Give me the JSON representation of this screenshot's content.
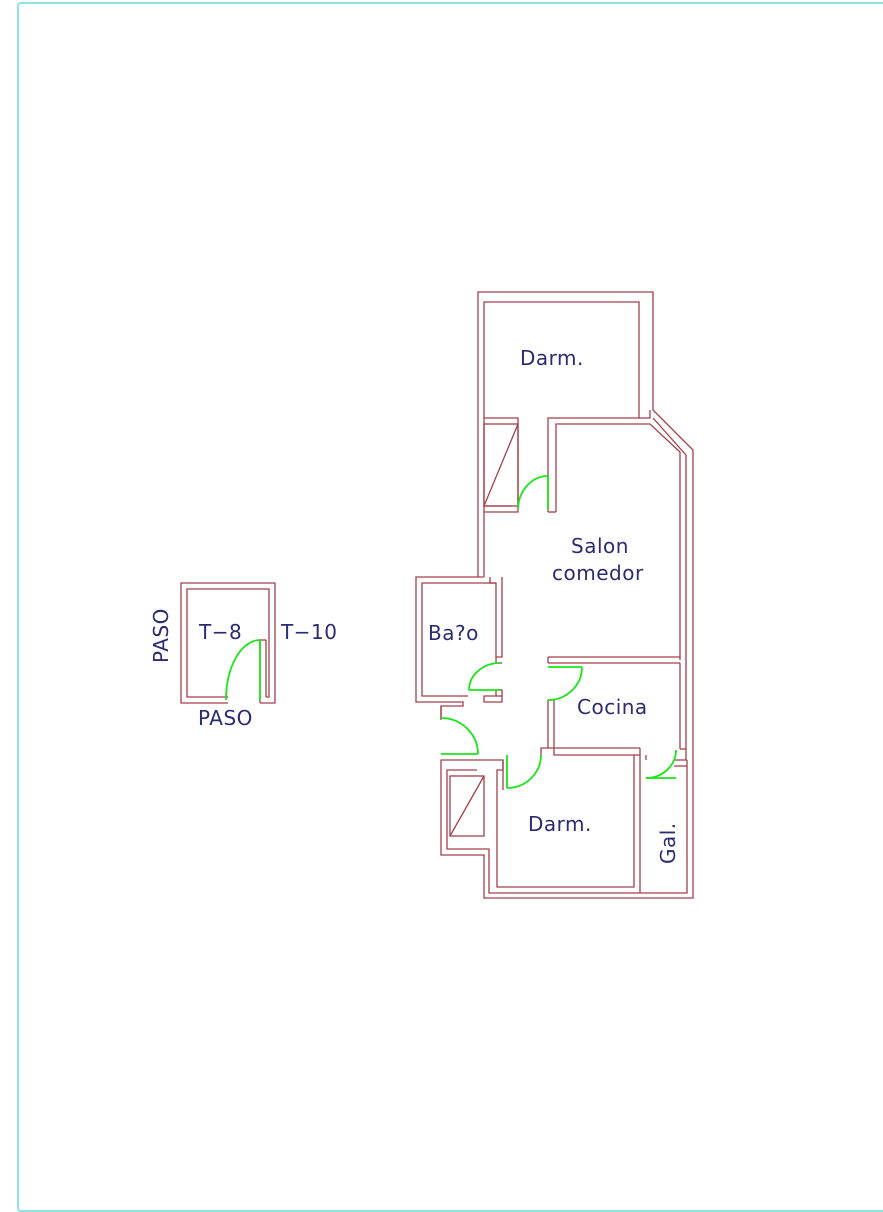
{
  "plan": {
    "rooms": {
      "dorm_top": "Darm.",
      "salon_line1": "Salon",
      "salon_line2": "comedor",
      "bano": "Ba?o",
      "cocina": "Cocina",
      "dorm_bottom": "Darm.",
      "galeria": "Gal."
    }
  },
  "key_plan": {
    "left_label": "PASO",
    "bottom_label": "PASO",
    "inner_label": "T−8",
    "right_label": "T−10"
  },
  "colors": {
    "walls": "#a3404a",
    "doors": "#19e619",
    "text": "#2b2b72",
    "frame": "#8fe3e6"
  }
}
